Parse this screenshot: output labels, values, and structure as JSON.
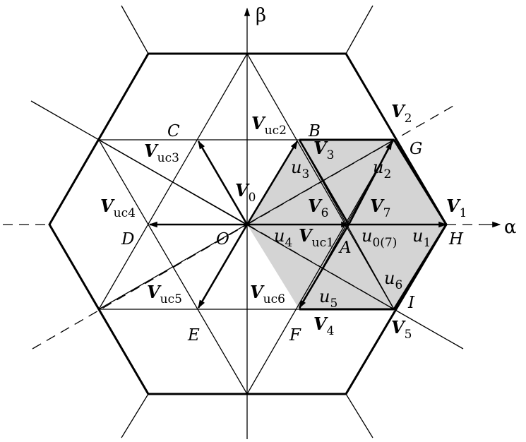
{
  "axes": {
    "beta": "β",
    "alpha": "α"
  },
  "points": {
    "O": "O",
    "A": "A",
    "B": "B",
    "C": "C",
    "D": "D",
    "E": "E",
    "F": "F",
    "G": "G",
    "H": "H",
    "I": "I"
  },
  "vectors": {
    "V0": {
      "main": "V",
      "sub": "0"
    },
    "V1": {
      "main": "V",
      "sub": "1"
    },
    "V2": {
      "main": "V",
      "sub": "2"
    },
    "V3": {
      "main": "V",
      "sub": "3"
    },
    "V4": {
      "main": "V",
      "sub": "4"
    },
    "V5": {
      "main": "V",
      "sub": "5"
    },
    "V6": {
      "main": "V",
      "sub": "6"
    },
    "V7": {
      "main": "V",
      "sub": "7"
    },
    "Vuc1": {
      "main": "V",
      "sub": "uc1"
    },
    "Vuc2": {
      "main": "V",
      "sub": "uc2"
    },
    "Vuc3": {
      "main": "V",
      "sub": "uc3"
    },
    "Vuc4": {
      "main": "V",
      "sub": "uc4"
    },
    "Vuc5": {
      "main": "V",
      "sub": "uc5"
    },
    "Vuc6": {
      "main": "V",
      "sub": "uc6"
    }
  },
  "small_vectors": {
    "u1": {
      "main": "u",
      "sub": "1"
    },
    "u2": {
      "main": "u",
      "sub": "2"
    },
    "u3": {
      "main": "u",
      "sub": "3"
    },
    "u4": {
      "main": "u",
      "sub": "4"
    },
    "u5": {
      "main": "u",
      "sub": "5"
    },
    "u6": {
      "main": "u",
      "sub": "6"
    },
    "u07": {
      "main": "u",
      "sub": "0(7)"
    }
  },
  "colors": {
    "shaded_region": "#d4d4d4",
    "stroke": "#000000"
  }
}
